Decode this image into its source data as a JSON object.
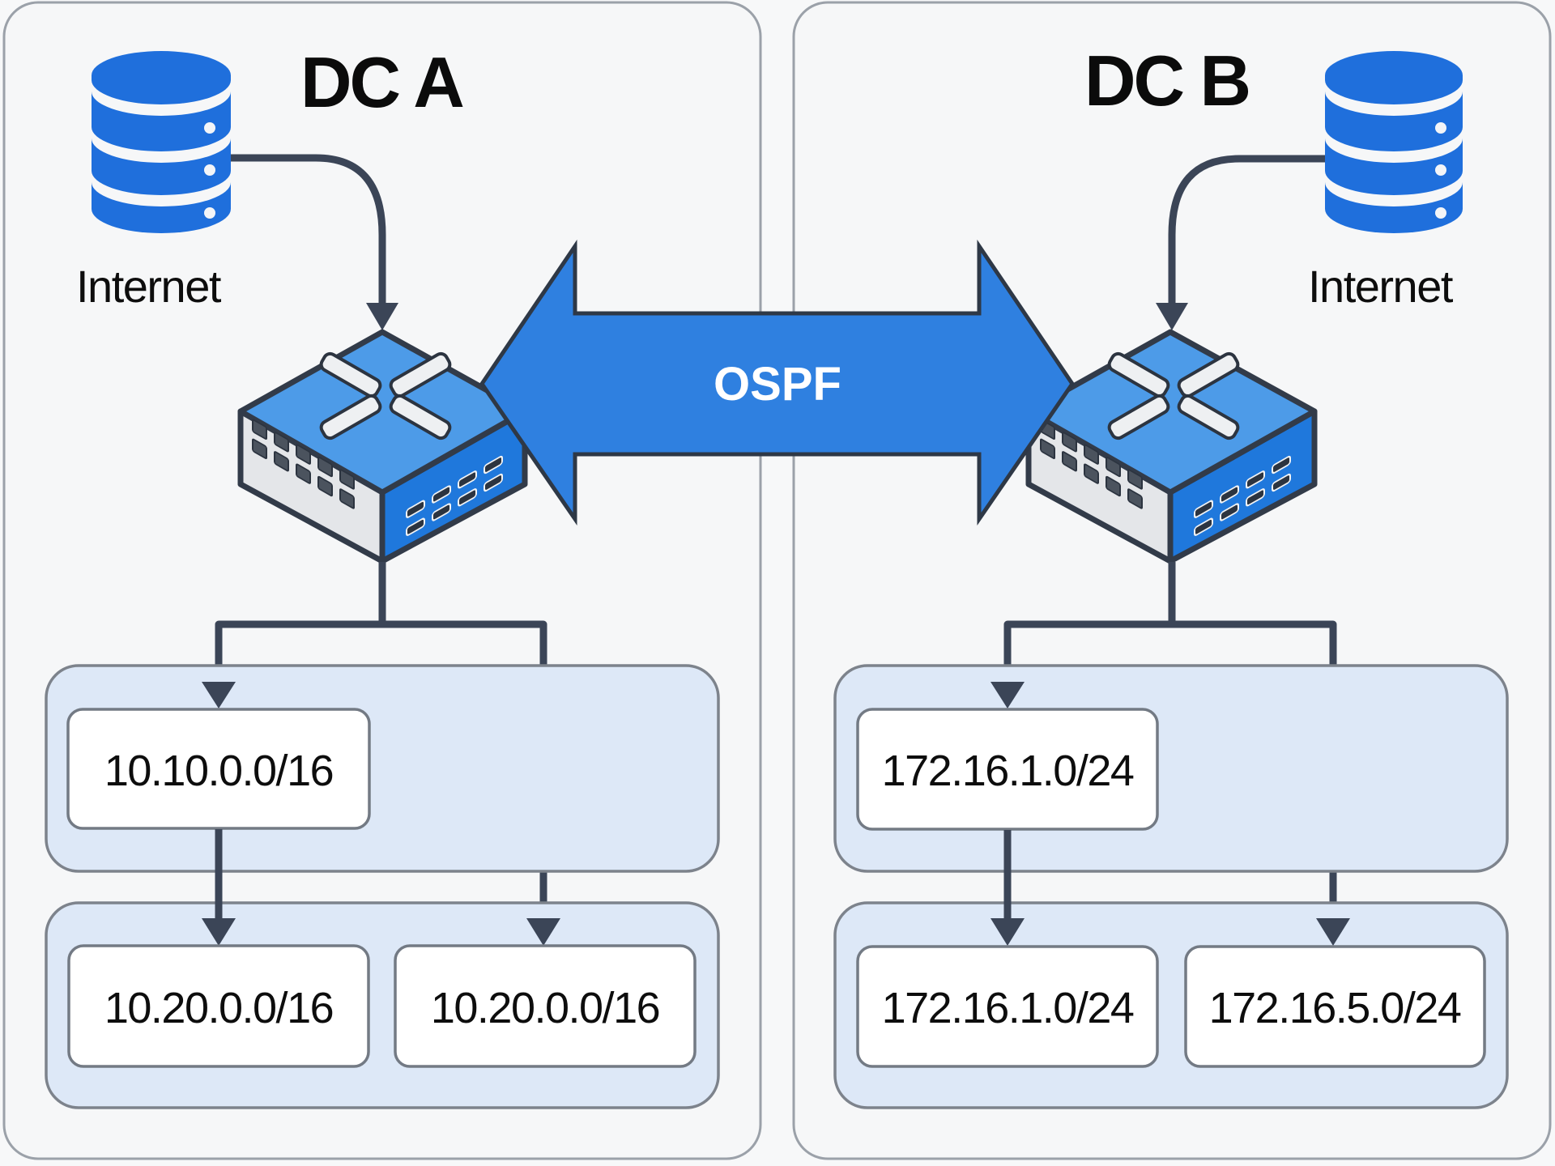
{
  "diagram": {
    "connector": {
      "label": "OSPF",
      "direction": "bidirectional",
      "fill_color": "#2f80e0"
    },
    "colors": {
      "accent_blue": "#1f6fdc",
      "line": "#3b4557",
      "group_fill": "#dde8f7",
      "panel_fill": "#f6f7f8"
    },
    "datacenters": [
      {
        "title": "DC A",
        "internet_label": "Internet",
        "internet_icon": "database-icon",
        "router_icon": "switch-icon",
        "tiers": [
          {
            "subnets": [
              "10.10.0.0/16"
            ]
          },
          {
            "subnets": [
              "10.20.0.0/16",
              "10.20.0.0/16"
            ]
          }
        ]
      },
      {
        "title": "DC B",
        "internet_label": "Internet",
        "internet_icon": "database-icon",
        "router_icon": "switch-icon",
        "tiers": [
          {
            "subnets": [
              "172.16.1.0/24"
            ]
          },
          {
            "subnets": [
              "172.16.1.0/24",
              "172.16.5.0/24"
            ]
          }
        ]
      }
    ]
  }
}
